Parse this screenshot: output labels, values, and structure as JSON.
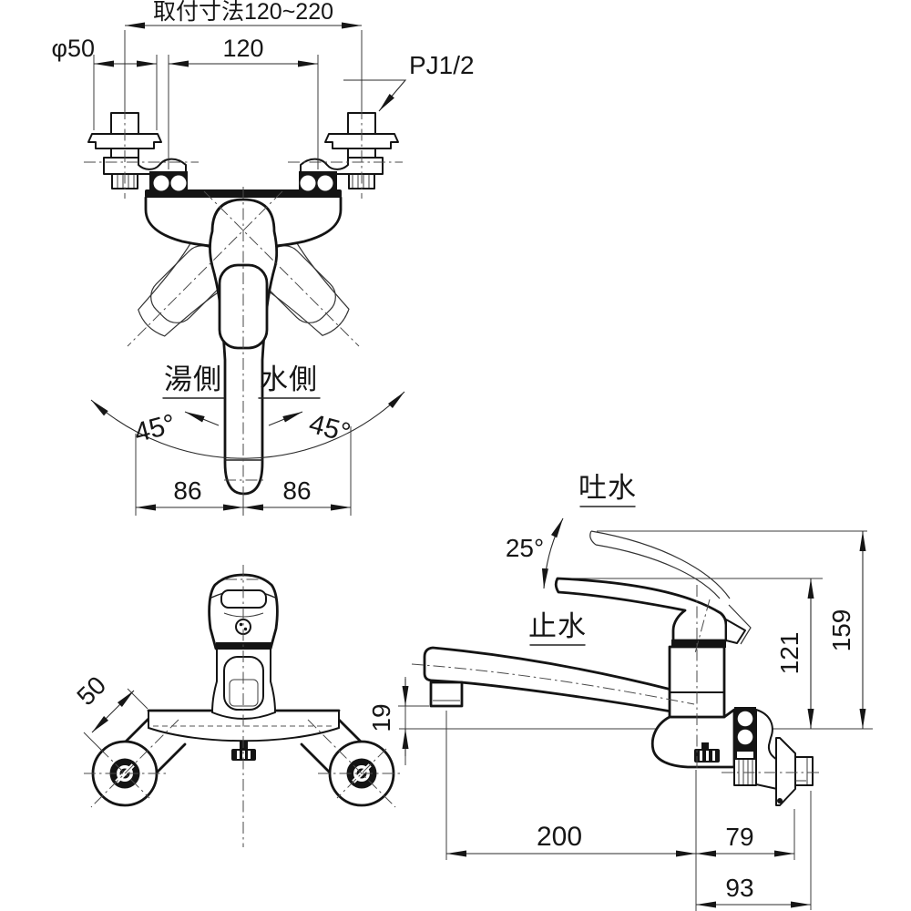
{
  "page": {
    "background": "#ffffff",
    "line_color": "#141414"
  },
  "front_view": {
    "mounting_dim": "取付寸法120~220",
    "flange_diameter": "φ50",
    "center_pitch": "120",
    "connection_label": "PJ1/2",
    "hot_side_label": "湯側",
    "cold_side_label": "水側",
    "swing_angle_left": "45°",
    "swing_angle_right": "45°",
    "swing_width_left": "86",
    "swing_width_right": "86"
  },
  "top_view": {
    "leg_diameter": "50"
  },
  "side_view": {
    "spout_open_label": "吐水",
    "lever_angle": "25°",
    "spout_close_label": "止水",
    "aerator_clearance": "19",
    "height_closed": "121",
    "height_open": "159",
    "spout_reach": "200",
    "wall_offset": "79",
    "pipe_length": "93"
  }
}
